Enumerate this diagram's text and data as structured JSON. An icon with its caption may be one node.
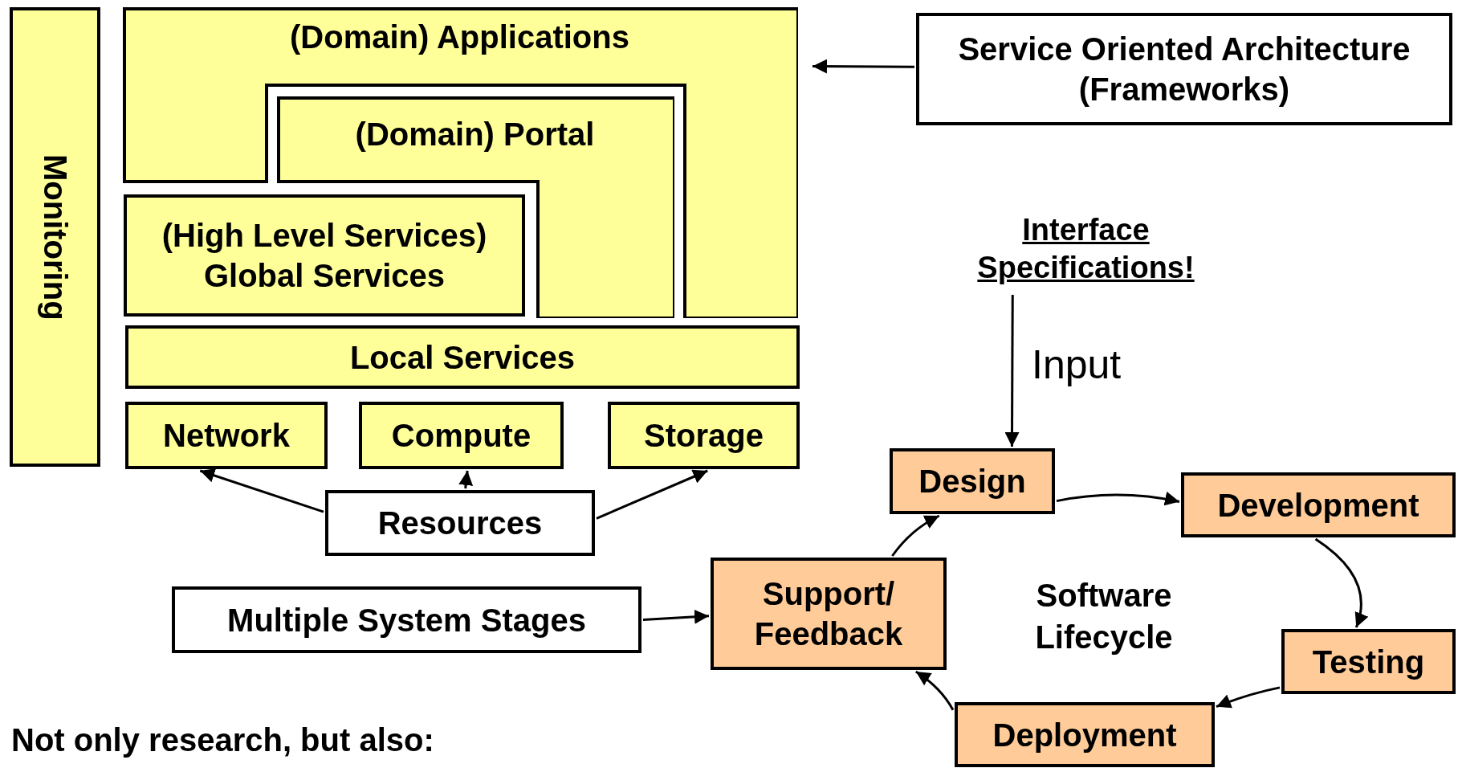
{
  "diagram": {
    "nodes": [
      {
        "text": [
          "Monitoring"
        ]
      },
      {
        "text": [
          "(Domain) Applications"
        ]
      },
      {
        "text": [
          "(Domain) Portal"
        ]
      },
      {
        "text": [
          "(High Level Services) Global Services"
        ]
      },
      {
        "text": [
          "Local Services"
        ]
      },
      {
        "text": [
          "Network"
        ]
      },
      {
        "text": [
          "Compute"
        ]
      },
      {
        "text": [
          "Storage"
        ]
      },
      {
        "text": [
          "Resources"
        ]
      },
      {
        "text": [
          "Service Oriented Architecture (Frameworks)"
        ]
      },
      {
        "text": [
          "Interface Specifications!"
        ]
      },
      {
        "text": [
          "Design"
        ]
      },
      {
        "text": [
          "Development"
        ]
      },
      {
        "text": [
          "Testing"
        ]
      },
      {
        "text": [
          "Deployment"
        ]
      },
      {
        "text": [
          "Support/ Feedback"
        ]
      },
      {
        "text": [
          "Multiple System Stages"
        ]
      }
    ],
    "edges": [
      {
        "from": 8,
        "to": 5,
        "arrow": "to"
      },
      {
        "from": 8,
        "to": 6,
        "arrow": "to"
      },
      {
        "from": 8,
        "to": 7,
        "arrow": "to"
      },
      {
        "from": 9,
        "to": 1,
        "arrow": "to"
      },
      {
        "from": 10,
        "to": 11,
        "arrow": "to",
        "label": "Input"
      },
      {
        "from": 11,
        "to": 12,
        "arrow": "to"
      },
      {
        "from": 12,
        "to": 13,
        "arrow": "to"
      },
      {
        "from": 13,
        "to": 14,
        "arrow": "to"
      },
      {
        "from": 14,
        "to": 15,
        "arrow": "to"
      },
      {
        "from": 15,
        "to": 11,
        "arrow": "to"
      },
      {
        "from": 16,
        "to": 15,
        "arrow": "to"
      }
    ],
    "labels": [
      "Software Lifecycle",
      "Not only research, but also:"
    ]
  }
}
